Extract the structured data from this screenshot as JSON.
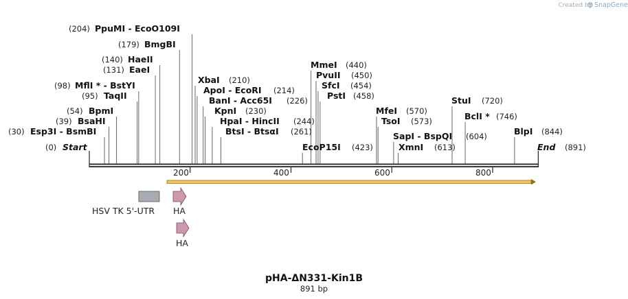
{
  "credit": {
    "prefix": "Created by",
    "brand": "SnapGene"
  },
  "title": "pHA-ΔN331-Kin1B",
  "length_label": "891 bp",
  "colors": {
    "backbone": "#222222",
    "orf_fill": "#f0c75a",
    "orf_stroke": "#9a6b12",
    "utr": "#a7abb3",
    "tag": "#cc99ae"
  },
  "scale_ticks": [
    "200",
    "400",
    "600",
    "800"
  ],
  "ends": [
    {
      "name": "Start",
      "pos_text": "(0)",
      "bp": 0
    },
    {
      "name": "End",
      "pos_text": "(891)",
      "bp": 891
    }
  ],
  "sites": [
    {
      "name": "Esp3I  -  BsmBI",
      "pos_text": "(30)",
      "bp": 30
    },
    {
      "name": "BsaHI",
      "pos_text": "(39)",
      "bp": 39
    },
    {
      "name": "BpmI",
      "pos_text": "(54)",
      "bp": 54
    },
    {
      "name": "TaqII",
      "pos_text": "(95)",
      "bp": 95
    },
    {
      "name": "MflI *  -  BstYI",
      "pos_text": "(98)",
      "bp": 98
    },
    {
      "name": "EaeI",
      "pos_text": "(131)",
      "bp": 131
    },
    {
      "name": "HaeII",
      "pos_text": "(140)",
      "bp": 140
    },
    {
      "name": "BmgBI",
      "pos_text": "(179)",
      "bp": 179
    },
    {
      "name": "PpuMI  -  EcoO109I",
      "pos_text": "(204)",
      "bp": 204
    },
    {
      "name": "XbaI",
      "pos_text": "(210)",
      "bp": 210
    },
    {
      "name": "ApoI  -  EcoRI",
      "pos_text": "(214)",
      "bp": 214
    },
    {
      "name": "BanI  -  Acc65I",
      "pos_text": "(226)",
      "bp": 226
    },
    {
      "name": "KpnI",
      "pos_text": "(230)",
      "bp": 230
    },
    {
      "name": "HpaI  -  HincII",
      "pos_text": "(244)",
      "bp": 244
    },
    {
      "name": "BtsI  -  BtsαI",
      "pos_text": "(261)",
      "bp": 261
    },
    {
      "name": "EcoP15I",
      "pos_text": "(423)",
      "bp": 423
    },
    {
      "name": "MmeI",
      "pos_text": "(440)",
      "bp": 440
    },
    {
      "name": "PvuII",
      "pos_text": "(450)",
      "bp": 450
    },
    {
      "name": "SfcI",
      "pos_text": "(454)",
      "bp": 454
    },
    {
      "name": "PstI",
      "pos_text": "(458)",
      "bp": 458
    },
    {
      "name": "MfeI",
      "pos_text": "(570)",
      "bp": 570
    },
    {
      "name": "TsoI",
      "pos_text": "(573)",
      "bp": 573
    },
    {
      "name": "SapI  -  BspQI",
      "pos_text": "(604)",
      "bp": 604
    },
    {
      "name": "XmnI",
      "pos_text": "(613)",
      "bp": 613
    },
    {
      "name": "StuI",
      "pos_text": "(720)",
      "bp": 720
    },
    {
      "name": "BclI *",
      "pos_text": "(746)",
      "bp": 746
    },
    {
      "name": "BlpI",
      "pos_text": "(844)",
      "bp": 844
    }
  ],
  "features": [
    {
      "name": "HSV TK 5'-UTR",
      "kind": "utr"
    },
    {
      "name": "HA",
      "kind": "tag"
    },
    {
      "name": "HA",
      "kind": "tag"
    }
  ]
}
